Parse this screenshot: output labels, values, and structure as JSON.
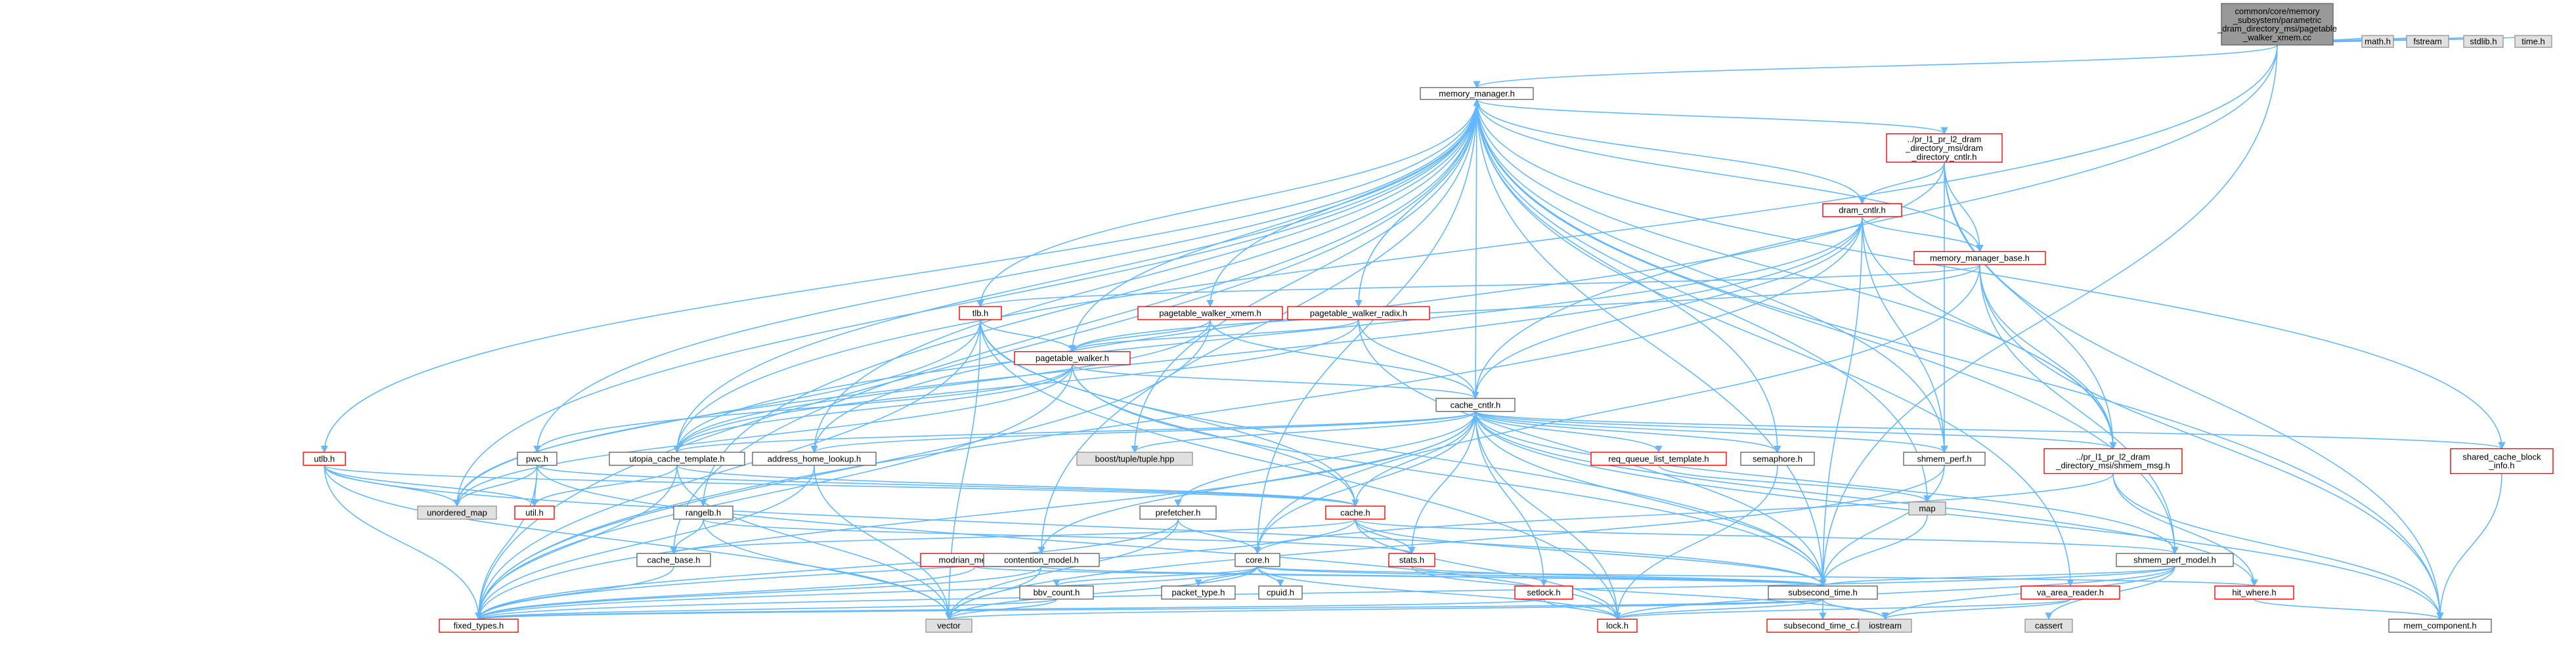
{
  "colors": {
    "edge": "#63b8ff",
    "root_fill": "#999999",
    "root_border": "#666666",
    "normal_fill": "#ffffff",
    "normal_border": "#666666",
    "truncated_border": "#ff0000",
    "external_fill": "#e0e0e0",
    "external_border": "#999999"
  },
  "nodes": [
    {
      "id": "root",
      "kind": "root",
      "lines": [
        "common/core/memory",
        "_subsystem/parametric",
        "_dram_directory_msi/pagetable",
        "_walker_xmem.cc"
      ]
    },
    {
      "id": "math",
      "kind": "external",
      "lines": [
        "math.h"
      ]
    },
    {
      "id": "fstream",
      "kind": "external",
      "lines": [
        "fstream"
      ]
    },
    {
      "id": "stdlib",
      "kind": "external",
      "lines": [
        "stdlib.h"
      ]
    },
    {
      "id": "time",
      "kind": "external",
      "lines": [
        "time.h"
      ]
    },
    {
      "id": "memory_manager",
      "kind": "normal",
      "lines": [
        "memory_manager.h"
      ]
    },
    {
      "id": "dram_directory_cntlr",
      "kind": "truncated",
      "lines": [
        "../pr_l1_pr_l2_dram",
        "_directory_msi/dram",
        "_directory_cntlr.h"
      ]
    },
    {
      "id": "dram_cntlr",
      "kind": "truncated",
      "lines": [
        "dram_cntlr.h"
      ]
    },
    {
      "id": "memory_manager_base",
      "kind": "truncated",
      "lines": [
        "memory_manager_base.h"
      ]
    },
    {
      "id": "tlb",
      "kind": "truncated",
      "lines": [
        "tlb.h"
      ]
    },
    {
      "id": "pw_xmem",
      "kind": "truncated",
      "lines": [
        "pagetable_walker_xmem.h"
      ]
    },
    {
      "id": "pw_radix",
      "kind": "truncated",
      "lines": [
        "pagetable_walker_radix.h"
      ]
    },
    {
      "id": "pagetable_walker",
      "kind": "truncated",
      "lines": [
        "pagetable_walker.h"
      ]
    },
    {
      "id": "cache_cntlr",
      "kind": "normal",
      "lines": [
        "cache_cntlr.h"
      ]
    },
    {
      "id": "utlb",
      "kind": "truncated",
      "lines": [
        "utlb.h"
      ]
    },
    {
      "id": "pwc",
      "kind": "normal",
      "lines": [
        "pwc.h"
      ]
    },
    {
      "id": "utopia",
      "kind": "normal",
      "lines": [
        "utopia_cache_template.h"
      ]
    },
    {
      "id": "address_home",
      "kind": "normal",
      "lines": [
        "address_home_lookup.h"
      ]
    },
    {
      "id": "boost_tuple",
      "kind": "external",
      "lines": [
        "boost/tuple/tuple.hpp"
      ]
    },
    {
      "id": "req_queue",
      "kind": "truncated",
      "lines": [
        "req_queue_list_template.h"
      ]
    },
    {
      "id": "semaphore",
      "kind": "normal",
      "lines": [
        "semaphore.h"
      ]
    },
    {
      "id": "shmem_perf",
      "kind": "normal",
      "lines": [
        "shmem_perf.h"
      ]
    },
    {
      "id": "shmem_msg",
      "kind": "truncated",
      "lines": [
        "../pr_l1_pr_l2_dram",
        "_directory_msi/shmem_msg.h"
      ]
    },
    {
      "id": "shared_cache_block",
      "kind": "truncated",
      "lines": [
        "shared_cache_block",
        "_info.h"
      ]
    },
    {
      "id": "unordered_map",
      "kind": "external",
      "lines": [
        "unordered_map"
      ]
    },
    {
      "id": "util",
      "kind": "truncated",
      "lines": [
        "util.h"
      ]
    },
    {
      "id": "rangelb",
      "kind": "normal",
      "lines": [
        "rangelb.h"
      ]
    },
    {
      "id": "cache",
      "kind": "truncated",
      "lines": [
        "cache.h"
      ]
    },
    {
      "id": "map",
      "kind": "external",
      "lines": [
        "map"
      ]
    },
    {
      "id": "prefetcher",
      "kind": "normal",
      "lines": [
        "prefetcher.h"
      ]
    },
    {
      "id": "cache_base",
      "kind": "normal",
      "lines": [
        "cache_base.h"
      ]
    },
    {
      "id": "modrian",
      "kind": "truncated",
      "lines": [
        "modrian_memory.h"
      ]
    },
    {
      "id": "contention",
      "kind": "normal",
      "lines": [
        "contention_model.h"
      ]
    },
    {
      "id": "stats",
      "kind": "truncated",
      "lines": [
        "stats.h"
      ]
    },
    {
      "id": "core",
      "kind": "normal",
      "lines": [
        "core.h"
      ]
    },
    {
      "id": "shmem_perf_model",
      "kind": "normal",
      "lines": [
        "shmem_perf_model.h"
      ]
    },
    {
      "id": "setlock",
      "kind": "truncated",
      "lines": [
        "setlock.h"
      ]
    },
    {
      "id": "bbv_count",
      "kind": "normal",
      "lines": [
        "bbv_count.h"
      ]
    },
    {
      "id": "packet_type",
      "kind": "normal",
      "lines": [
        "packet_type.h"
      ]
    },
    {
      "id": "cpuid",
      "kind": "normal",
      "lines": [
        "cpuid.h"
      ]
    },
    {
      "id": "subsecond_time",
      "kind": "normal",
      "lines": [
        "subsecond_time.h"
      ]
    },
    {
      "id": "hit_where",
      "kind": "truncated",
      "lines": [
        "hit_where.h"
      ]
    },
    {
      "id": "va_area_reader",
      "kind": "truncated",
      "lines": [
        "va_area_reader.h"
      ]
    },
    {
      "id": "fixed_types",
      "kind": "truncated",
      "lines": [
        "fixed_types.h"
      ]
    },
    {
      "id": "vector",
      "kind": "external",
      "lines": [
        "vector"
      ]
    },
    {
      "id": "lock",
      "kind": "truncated",
      "lines": [
        "lock.h"
      ]
    },
    {
      "id": "subsecond_time_c",
      "kind": "truncated",
      "lines": [
        "subsecond_time_c.h"
      ]
    },
    {
      "id": "iostream",
      "kind": "external",
      "lines": [
        "iostream"
      ]
    },
    {
      "id": "cassert",
      "kind": "external",
      "lines": [
        "cassert"
      ]
    },
    {
      "id": "mem_component",
      "kind": "normal",
      "lines": [
        "mem_component.h"
      ]
    }
  ],
  "edges": [
    [
      "root",
      "memory_manager"
    ],
    [
      "root",
      "math"
    ],
    [
      "root",
      "fstream"
    ],
    [
      "root",
      "stdlib"
    ],
    [
      "root",
      "time"
    ],
    [
      "root",
      "cache_cntlr"
    ],
    [
      "root",
      "utopia"
    ],
    [
      "root",
      "subsecond_time"
    ],
    [
      "memory_manager",
      "dram_directory_cntlr"
    ],
    [
      "memory_manager",
      "dram_cntlr"
    ],
    [
      "memory_manager",
      "memory_manager_base"
    ],
    [
      "memory_manager",
      "tlb"
    ],
    [
      "memory_manager",
      "pw_xmem"
    ],
    [
      "memory_manager",
      "pw_radix"
    ],
    [
      "memory_manager",
      "pagetable_walker"
    ],
    [
      "memory_manager",
      "cache_cntlr"
    ],
    [
      "memory_manager",
      "utlb"
    ],
    [
      "memory_manager",
      "pwc"
    ],
    [
      "memory_manager",
      "utopia"
    ],
    [
      "memory_manager",
      "address_home"
    ],
    [
      "memory_manager",
      "semaphore"
    ],
    [
      "memory_manager",
      "shmem_perf"
    ],
    [
      "memory_manager",
      "shmem_msg"
    ],
    [
      "memory_manager",
      "shared_cache_block"
    ],
    [
      "memory_manager",
      "unordered_map"
    ],
    [
      "memory_manager",
      "rangelb"
    ],
    [
      "memory_manager",
      "map"
    ],
    [
      "memory_manager",
      "contention"
    ],
    [
      "memory_manager",
      "core"
    ],
    [
      "memory_manager",
      "shmem_perf_model"
    ],
    [
      "memory_manager",
      "subsecond_time"
    ],
    [
      "memory_manager",
      "va_area_reader"
    ],
    [
      "memory_manager",
      "fixed_types"
    ],
    [
      "memory_manager",
      "mem_component"
    ],
    [
      "memory_manager",
      "cache_base"
    ],
    [
      "memory_manager",
      "boost_tuple"
    ],
    [
      "dram_directory_cntlr",
      "dram_cntlr"
    ],
    [
      "dram_directory_cntlr",
      "memory_manager_base"
    ],
    [
      "dram_directory_cntlr",
      "shmem_msg"
    ],
    [
      "dram_directory_cntlr",
      "shmem_perf"
    ],
    [
      "dram_directory_cntlr",
      "mem_component"
    ],
    [
      "dram_directory_cntlr",
      "address_home"
    ],
    [
      "dram_cntlr",
      "memory_manager_base"
    ],
    [
      "dram_cntlr",
      "shmem_msg"
    ],
    [
      "dram_cntlr",
      "shmem_perf"
    ],
    [
      "dram_cntlr",
      "subsecond_time"
    ],
    [
      "dram_cntlr",
      "fixed_types"
    ],
    [
      "dram_cntlr",
      "unordered_map"
    ],
    [
      "dram_cntlr",
      "utopia"
    ],
    [
      "dram_cntlr",
      "cache_cntlr"
    ],
    [
      "memory_manager_base",
      "tlb"
    ],
    [
      "memory_manager_base",
      "pagetable_walker"
    ],
    [
      "memory_manager_base",
      "shmem_msg"
    ],
    [
      "memory_manager_base",
      "shmem_perf_model"
    ],
    [
      "memory_manager_base",
      "mem_component"
    ],
    [
      "memory_manager_base",
      "core"
    ],
    [
      "tlb",
      "pagetable_walker"
    ],
    [
      "tlb",
      "cache"
    ],
    [
      "tlb",
      "fixed_types"
    ],
    [
      "tlb",
      "unordered_map"
    ],
    [
      "tlb",
      "vector"
    ],
    [
      "tlb",
      "lock"
    ],
    [
      "tlb",
      "subsecond_time"
    ],
    [
      "pw_xmem",
      "pagetable_walker"
    ],
    [
      "pw_xmem",
      "cache_cntlr"
    ],
    [
      "pw_xmem",
      "fixed_types"
    ],
    [
      "pw_xmem",
      "utopia"
    ],
    [
      "pw_radix",
      "pagetable_walker"
    ],
    [
      "pw_radix",
      "cache_cntlr"
    ],
    [
      "pw_radix",
      "memory_manager"
    ],
    [
      "pw_radix",
      "subsecond_time"
    ],
    [
      "pw_radix",
      "utopia"
    ],
    [
      "pagetable_walker",
      "cache_cntlr"
    ],
    [
      "pagetable_walker",
      "cache"
    ],
    [
      "pagetable_walker",
      "pwc"
    ],
    [
      "pagetable_walker",
      "fixed_types"
    ],
    [
      "pagetable_walker",
      "unordered_map"
    ],
    [
      "pagetable_walker",
      "utopia"
    ],
    [
      "pagetable_walker",
      "subsecond_time"
    ],
    [
      "cache_cntlr",
      "cache"
    ],
    [
      "cache_cntlr",
      "prefetcher"
    ],
    [
      "cache_cntlr",
      "shmem_msg"
    ],
    [
      "cache_cntlr",
      "shmem_perf"
    ],
    [
      "cache_cntlr",
      "req_queue"
    ],
    [
      "cache_cntlr",
      "semaphore"
    ],
    [
      "cache_cntlr",
      "shared_cache_block"
    ],
    [
      "cache_cntlr",
      "utopia"
    ],
    [
      "cache_cntlr",
      "address_home"
    ],
    [
      "cache_cntlr",
      "boost_tuple"
    ],
    [
      "cache_cntlr",
      "contention"
    ],
    [
      "cache_cntlr",
      "stats"
    ],
    [
      "cache_cntlr",
      "core"
    ],
    [
      "cache_cntlr",
      "setlock"
    ],
    [
      "cache_cntlr",
      "subsecond_time"
    ],
    [
      "cache_cntlr",
      "shmem_perf_model"
    ],
    [
      "cache_cntlr",
      "lock"
    ],
    [
      "cache_cntlr",
      "fixed_types"
    ],
    [
      "cache_cntlr",
      "mem_component"
    ],
    [
      "cache_cntlr",
      "hit_where"
    ],
    [
      "utlb",
      "util"
    ],
    [
      "utlb",
      "unordered_map"
    ],
    [
      "utlb",
      "cache"
    ],
    [
      "utlb",
      "fixed_types"
    ],
    [
      "utlb",
      "vector"
    ],
    [
      "utlb",
      "subsecond_time"
    ],
    [
      "pwc",
      "util"
    ],
    [
      "pwc",
      "unordered_map"
    ],
    [
      "pwc",
      "cache"
    ],
    [
      "pwc",
      "fixed_types"
    ],
    [
      "pwc",
      "lock"
    ],
    [
      "utopia",
      "util"
    ],
    [
      "utopia",
      "cache"
    ],
    [
      "utopia",
      "fixed_types"
    ],
    [
      "utopia",
      "vector"
    ],
    [
      "address_home",
      "fixed_types"
    ],
    [
      "address_home",
      "vector"
    ],
    [
      "req_queue",
      "map"
    ],
    [
      "semaphore",
      "lock"
    ],
    [
      "shmem_perf",
      "subsecond_time"
    ],
    [
      "shmem_perf",
      "vector"
    ],
    [
      "shmem_msg",
      "mem_component"
    ],
    [
      "shmem_msg",
      "hit_where"
    ],
    [
      "shmem_msg",
      "core"
    ],
    [
      "shared_cache_block",
      "mem_component"
    ],
    [
      "rangelb",
      "cache_base"
    ],
    [
      "rangelb",
      "stats"
    ],
    [
      "rangelb",
      "vector"
    ],
    [
      "cache",
      "cache_base"
    ],
    [
      "cache",
      "stats"
    ],
    [
      "cache",
      "shmem_perf_model"
    ],
    [
      "cache",
      "fixed_types"
    ],
    [
      "cache",
      "subsecond_time"
    ],
    [
      "cache",
      "lock"
    ],
    [
      "map",
      "subsecond_time"
    ],
    [
      "prefetcher",
      "core"
    ],
    [
      "prefetcher",
      "fixed_types"
    ],
    [
      "prefetcher",
      "vector"
    ],
    [
      "cache_base",
      "fixed_types"
    ],
    [
      "modrian",
      "fixed_types"
    ],
    [
      "modrian",
      "subsecond_time"
    ],
    [
      "contention",
      "subsecond_time"
    ],
    [
      "contention",
      "fixed_types"
    ],
    [
      "contention",
      "vector"
    ],
    [
      "stats",
      "subsecond_time"
    ],
    [
      "stats",
      "iostream"
    ],
    [
      "core",
      "bbv_count"
    ],
    [
      "core",
      "packet_type"
    ],
    [
      "core",
      "cpuid"
    ],
    [
      "core",
      "subsecond_time"
    ],
    [
      "core",
      "hit_where"
    ],
    [
      "core",
      "fixed_types"
    ],
    [
      "core",
      "lock"
    ],
    [
      "core",
      "vector"
    ],
    [
      "shmem_perf_model",
      "subsecond_time"
    ],
    [
      "shmem_perf_model",
      "cassert"
    ],
    [
      "shmem_perf_model",
      "iostream"
    ],
    [
      "shmem_perf_model",
      "lock"
    ],
    [
      "shmem_perf_model",
      "fixed_types"
    ],
    [
      "setlock",
      "lock"
    ],
    [
      "setlock",
      "fixed_types"
    ],
    [
      "bbv_count",
      "fixed_types"
    ],
    [
      "bbv_count",
      "vector"
    ],
    [
      "subsecond_time",
      "subsecond_time_c"
    ],
    [
      "subsecond_time",
      "lock"
    ],
    [
      "subsecond_time",
      "iostream"
    ],
    [
      "subsecond_time",
      "vector"
    ],
    [
      "subsecond_time",
      "fixed_types"
    ],
    [
      "hit_where",
      "mem_component"
    ],
    [
      "va_area_reader",
      "iostream"
    ],
    [
      "va_area_reader",
      "lock"
    ]
  ]
}
